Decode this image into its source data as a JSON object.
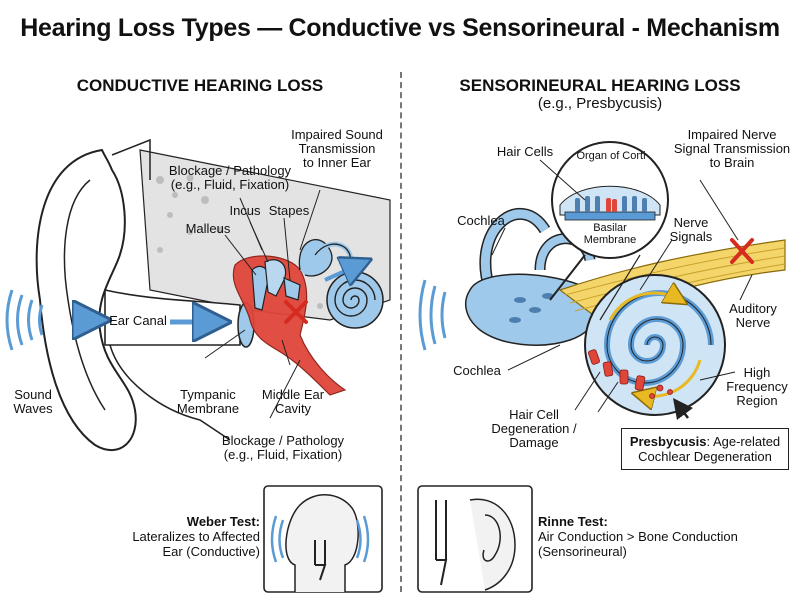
{
  "title": "Hearing Loss Types — Conductive vs Sensorineural - Mechanism",
  "conductive": {
    "heading": "CONDUCTIVE HEARING LOSS",
    "labels": {
      "impaired_sound": [
        "Impaired Sound",
        "Transmission",
        "to Inner Ear"
      ],
      "blockage_top": [
        "Blockage / Pathology",
        "(e.g., Fluid, Fixation)"
      ],
      "incus": "Incus",
      "stapes": "Stapes",
      "malleus": "Malleus",
      "ear_canal": "Ear Canal",
      "sound_waves": [
        "Sound",
        "Waves"
      ],
      "tympanic": [
        "Tympanic",
        "Membrane"
      ],
      "middle_ear": [
        "Middle Ear",
        "Cavity"
      ],
      "blockage_bottom": [
        "Blockage / Pathology",
        "(e.g., Fluid, Fixation)"
      ]
    },
    "test": {
      "name": "Weber Test:",
      "lines": [
        "Lateralizes to Affected",
        "Ear (Conductive)"
      ]
    }
  },
  "sensorineural": {
    "heading": "SENSORINEURAL HEARING LOSS",
    "subheading": "(e.g., Presbycusis)",
    "labels": {
      "hair_cells": "Hair Cells",
      "organ_of_corti": "Organ of Corti",
      "basilar": [
        "Basilar",
        "Membrane"
      ],
      "impaired_nerve": [
        "Impaired Nerve",
        "Signal Transmission",
        "to Brain"
      ],
      "cochlea_top": "Cochlea",
      "nerve_signals": [
        "Nerve",
        "Signals"
      ],
      "auditory_nerve": [
        "Auditory",
        "Nerve"
      ],
      "cochlea_bottom": "Cochlea",
      "high_freq": [
        "High",
        "Frequency",
        "Region"
      ],
      "hair_cell_damage": [
        "Hair Cell",
        "Degeneration /",
        "Damage"
      ]
    },
    "presbycusis": {
      "bold": "Presbycusis",
      "rest": ": Age-related",
      "line2": "Cochlear Degeneration"
    },
    "test": {
      "name": "Rinne Test:",
      "lines": [
        "Air Conduction > Bone Conduction",
        "(Sensorineural)"
      ]
    }
  },
  "colors": {
    "inner_ear_blue": "#9ec9ea",
    "pathology_red": "#e0453a",
    "nerve_yellow": "#f3d56a",
    "bone_gray": "#d9d9d9",
    "outline": "#222222"
  }
}
